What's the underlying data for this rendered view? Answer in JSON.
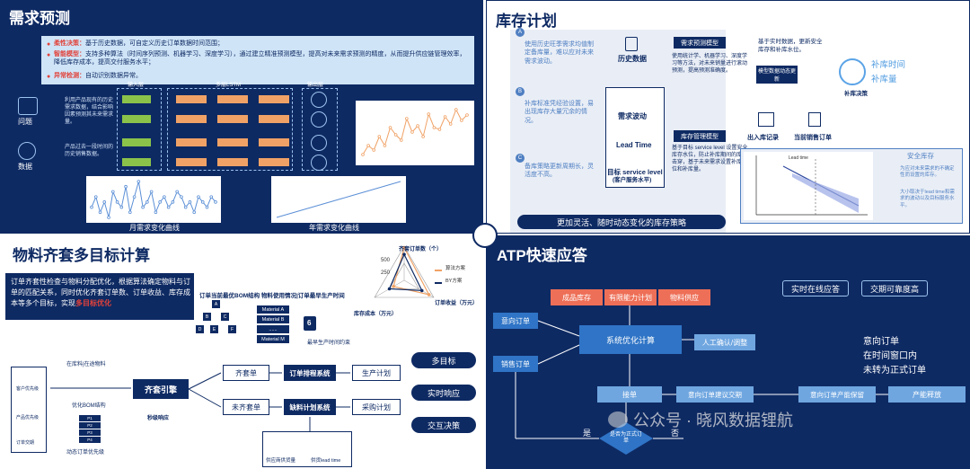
{
  "q1": {
    "title": "需求预测",
    "bullets": [
      {
        "head": "柔性决策：",
        "text": "基于历史数据，可自定义历史订单数据时间范围；"
      },
      {
        "head": "智能模型：",
        "text": "支持多种算法（时间序列预测、机器学习、深度学习），通过建立精准预测模型，提高对未来需求预测的精度，从而提升供应链管理效率，降低库存成本，提高交付服务水平；"
      },
      {
        "head": "异常检测：",
        "text": "自动识别数据异常。"
      }
    ],
    "problem_label": "问题",
    "problem_text": "利用产品现有的历史需求数据，结合影响因素预测其未来需求量。",
    "data_label": "数据",
    "data_text": "产品过去一段时间的历史销售数据。",
    "lstm_input": "输入层",
    "lstm_hidden": "多层LSTM",
    "lstm_output": "输出层",
    "monthly_caption": "月需求变化曲线",
    "yearly_caption": "年需求变化曲线"
  },
  "q2": {
    "title": "库存计划",
    "a_text": "使用历史旺季需求均值制定备库量，难以应对未来需求波动。",
    "b_text": "补库标准凭经验设置，易出现库存大量冗余的情况。",
    "c_text": "备库策略更新周期长，灵活度不高。",
    "hist_data": "历史数据",
    "demand_model": "需求预测模型",
    "model_desc": "使用统计学、机器学习、深度学习等方法，对未来销量进行滚动预测，提高预测准确度。",
    "realtime_desc": "基于实时数据，更新安全库存和补库水位。",
    "dyn_model": "模型数据动态更新",
    "replenish_time": "补库时间",
    "replenish_qty": "补库量",
    "replenish_decision": "补库决策",
    "demand_fluct": "需求波动",
    "lead_time": "Lead Time",
    "target_sl": "目标 service level",
    "target_sl_sub": "(客户服务水平)",
    "inv_model": "库存管理模型",
    "inv_desc": "基于目标 service level 设置安全库存水位，防止补库期间的库存击穿，基于未来需求设置补库水位和补库量。",
    "inout_record": "出入库记录",
    "sales_order": "当前销售订单",
    "safety_stock": "安全库存",
    "ss_item1": "为应对未来需求的不确定性而设置的库存。",
    "ss_item2": "大小取决于lead time和需求的波动以及目标服务水平。",
    "bottom": "更加灵活、随时动态变化的库存策略",
    "lt_label": "Lead time"
  },
  "q3": {
    "title": "物料齐套多目标计算",
    "desc_main": "订单齐套性检查与物料分配优化，根据算法确定物料与订单的匹配关系，同时优化齐套订单数、订单收益、库存成本等多个目标，实现",
    "desc_highlight": "多目标优化",
    "radar_label_top": "齐套订单数（个）",
    "radar_label_left": "库存成本（万元）",
    "radar_label_right": "订单收益（万元）",
    "radar_ticks": [
      "500",
      "250"
    ],
    "legend1": "算法方案",
    "legend2": "BY方案",
    "mid_title": "订单当前最优BOM结构  物料使用情况|订单最早生产时间",
    "materials": [
      "Material A",
      "Material B",
      "......",
      "Material M"
    ],
    "tree_nodes": [
      "A",
      "B",
      "C",
      "D",
      "E",
      "F"
    ],
    "calendar_num": "6",
    "earliest_time": "最早生产时间约束",
    "inv_struct": "在库料|在途物料",
    "bom_struct": "优化BOM结构",
    "dyn_priority": "动态订单优先级",
    "priority_levels": [
      "P1",
      "P2",
      "P3",
      "P4"
    ],
    "cust_priority": "客户优先级",
    "prod_priority": "产品优先级",
    "order_date": "订单交期",
    "engine": "齐套引擎",
    "second_resp": "秒级响应",
    "complete": "齐套单",
    "incomplete": "未齐套单",
    "sched_sys": "订单排程系统",
    "mat_sys": "缺料计划系统",
    "prod_plan": "生产计划",
    "purchase_plan": "采购计划",
    "multi_goal": "多目标",
    "realtime": "实时响应",
    "interactive": "交互决策",
    "supplier_supply": "供应商供货量",
    "supplier_lt": "供货lead time"
  },
  "q4": {
    "title": "ATP快速应答",
    "finished_stock": "成品库存",
    "finite_cap": "有限能力计划",
    "mat_supply": "物料供应",
    "realtime_ans": "实时在线应答",
    "reliable_date": "交期可靠度高",
    "intent_order": "意向订单",
    "sales_order": "销售订单",
    "sys_calc": "系统优化计算",
    "manual": "人工确认/调整",
    "note_lines": [
      "意向订单",
      "在时间窗口内",
      "未转为正式订单"
    ],
    "accept": "接单",
    "suggest": "意向订单建议交期",
    "keep_cap": "意向订单产能保留",
    "release": "产能释放",
    "yes": "是",
    "no": "否",
    "is_order": "是否为正式订单",
    "watermark": "公众号 · 晓风数据锂航"
  },
  "colors": {
    "navy": "#0e2a63",
    "blue": "#2f74c6",
    "red": "#e2423a",
    "salmon": "#ee6f57",
    "orange": "#f0a266",
    "panel": "#e9eef6"
  },
  "chart_data": [
    {
      "type": "line",
      "title": "",
      "series": [
        {
          "values": [
            2,
            3,
            2.5,
            4,
            3,
            5,
            4.2,
            3.6,
            6,
            4.5,
            5.2,
            4,
            6.5,
            5,
            4.8,
            6.2,
            5.4,
            7,
            5.8,
            6.4
          ]
        }
      ],
      "xlabel": "",
      "ylabel": ""
    },
    {
      "type": "line",
      "title": "",
      "series": [
        {
          "values": [
            4,
            6,
            3,
            5,
            2,
            7,
            5,
            4,
            8,
            3,
            6,
            9,
            4,
            5,
            7,
            3,
            5,
            6,
            4,
            5,
            7,
            6,
            4,
            5,
            3,
            6,
            5,
            4,
            6,
            5
          ]
        }
      ],
      "xlabel": "",
      "ylabel": ""
    },
    {
      "type": "line",
      "title": "",
      "series": [
        {
          "values": [
            0,
            1,
            2,
            3,
            4,
            5,
            6,
            7,
            8,
            9,
            10
          ]
        }
      ],
      "xlabel": "",
      "ylabel": ""
    },
    {
      "type": "radar",
      "title": "",
      "categories": [
        "齐套订单数（个）",
        "订单收益（万元）",
        "库存成本（万元）"
      ],
      "series": [
        {
          "name": "算法方案",
          "values": [
            480,
            420,
            180
          ]
        },
        {
          "name": "BY方案",
          "values": [
            380,
            300,
            250
          ]
        }
      ],
      "rlim": [
        0,
        500
      ]
    }
  ]
}
